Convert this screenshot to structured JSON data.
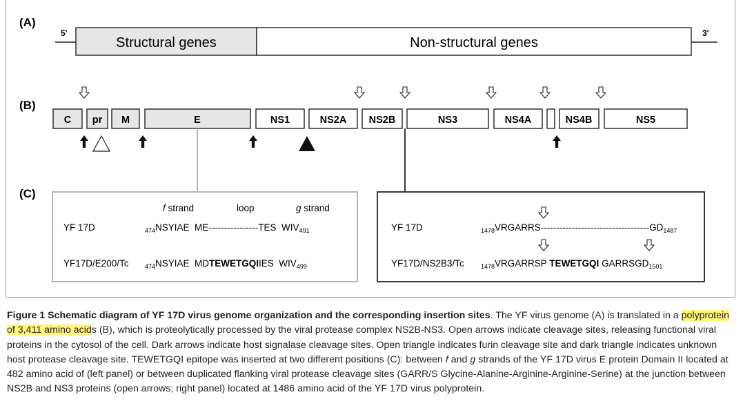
{
  "panels": {
    "a": {
      "label": "(A)",
      "five_prime": "5'",
      "three_prime": "3'",
      "structural": "Structural genes",
      "nonstructural": "Non-structural genes"
    },
    "b": {
      "label": "(B)",
      "genes": {
        "c": "C",
        "pr": "pr",
        "m": "M",
        "e": "E",
        "ns1": "NS1",
        "ns2a": "NS2A",
        "ns2b": "NS2B",
        "ns3": "NS3",
        "ns4a": "NS4A",
        "ns4b": "NS4B",
        "ns5": "NS5"
      }
    },
    "c": {
      "label": "(C)",
      "left": {
        "f_letter": "f",
        "f_word": " strand",
        "loop": "loop",
        "g_letter": "g",
        "g_word": " strand",
        "row1": {
          "name": "YF 17D",
          "start": "474",
          "seq_a": "NSYIAE  ME----------------TES  WIV",
          "end": "491"
        },
        "row2": {
          "name": "YF17D/E200/Tc",
          "start": "474",
          "seq_a": "NSYIAE  MD",
          "insert": "TEWETGQI",
          "seq_b": "IES  WIV",
          "end": "499"
        }
      },
      "right": {
        "row1": {
          "name": "YF 17D",
          "start": "1478",
          "seq_a": "VRGARRS-----------------------------------GD",
          "end": "1487"
        },
        "row2": {
          "name": "YF17D/NS2B3/Tc",
          "start": "1478",
          "seq_a": "VRGARRSP ",
          "insert": "TEWETGQI",
          "seq_b": " GARRSGD",
          "end": "1501"
        }
      }
    }
  },
  "caption": {
    "title": "Figure 1 Schematic diagram of YF 17D virus genome organization and the corresponding insertion sites",
    "t1": ". The YF virus genome (A) is translated in a ",
    "highlight": "polyprotein of 3,411 amino acid",
    "t2": "s (B), which is proteolytically processed by the viral protease complex NS2B-NS3. Open arrows indicate cleavage sites, releasing functional viral proteins in the cytosol of the cell. Dark arrows indicate host signalase cleavage sites. Open triangle indicates furin cleavage site and dark triangle indicates unknown host protease cleavage site. TEWETGQI epitope was inserted at two different positions (C): between ",
    "f": "f",
    "t3": " and ",
    "g": "g",
    "t4": " strands of the YF 17D virus E protein Domain II located at 482 amino acid of (left panel) or between duplicated flanking viral protease cleavage sites (GARR/S Glycine-Alanine-Arginine-Arginine-Serine) at the junction between NS2B and NS3 proteins (open arrows; right panel) located at 1486 amino acid of the YF 17D virus polyprotein."
  },
  "colors": {
    "structural_fill": "#e6e6e6",
    "outline": "#222222",
    "highlight": "#fff57a",
    "panel_c_left_border": "#b5b5b5"
  }
}
